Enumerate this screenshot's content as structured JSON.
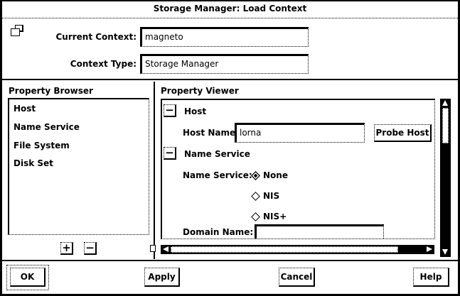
{
  "window": {
    "title": "Storage Manager: Load Context"
  },
  "header": {
    "current_context_label": "Current Context:",
    "current_context_value": "magneto",
    "context_type_label": "Context Type:",
    "context_type_value": "Storage Manager",
    "icon": "windows-icon"
  },
  "browser": {
    "title": "Property Browser",
    "items": [
      {
        "label": "Host"
      },
      {
        "label": "Name Service"
      },
      {
        "label": "File System"
      },
      {
        "label": "Disk Set"
      }
    ],
    "add_label": "+",
    "remove_label": "−"
  },
  "viewer": {
    "title": "Property Viewer",
    "host_section": "Host",
    "host_name_label": "Host Name:",
    "host_name_value": "lorna",
    "probe_host_label": "Probe Host",
    "name_service_section": "Name Service",
    "name_service_label": "Name Service:",
    "options": [
      {
        "label": "None",
        "selected": true
      },
      {
        "label": "NIS",
        "selected": false
      },
      {
        "label": "NIS+",
        "selected": false
      }
    ],
    "domain_name_label": "Domain Name:"
  },
  "footer": {
    "ok": "OK",
    "apply": "Apply",
    "cancel": "Cancel",
    "help": "Help"
  }
}
